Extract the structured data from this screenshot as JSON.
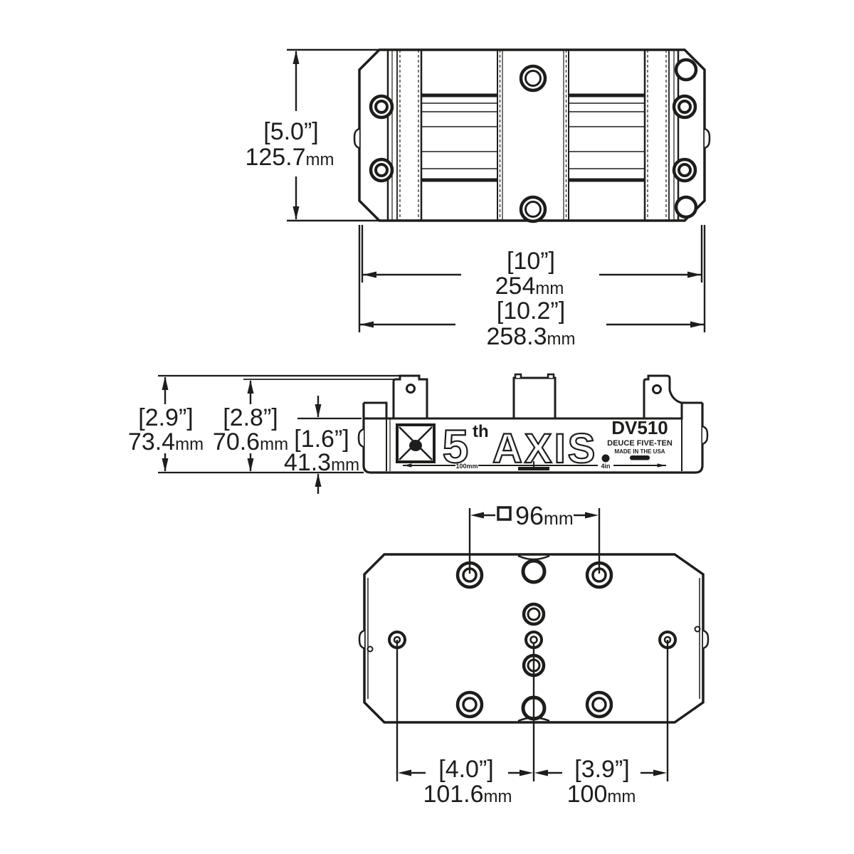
{
  "brand": {
    "five": "5",
    "th": "th",
    "axis": "AXIS",
    "model": "DV510",
    "model_name": "DEUCE FIVE-TEN",
    "made_in": "MADE IN THE USA"
  },
  "engraving": {
    "left": "100mm",
    "right": "4in"
  },
  "units": {
    "mm": "mm"
  },
  "dims": {
    "height_in": "[5.0”]",
    "height_mm": "125.7",
    "width_in": "[10”]",
    "width_mm": "254",
    "width_overall_in": "[10.2”]",
    "width_overall_mm": "258.3",
    "side_overall_in": "[2.9”]",
    "side_overall_mm": "73.4",
    "side_jaw_in": "[2.8”]",
    "side_jaw_mm": "70.6",
    "side_body_in": "[1.6”]",
    "side_body_mm": "41.3",
    "square_mm": "96",
    "bottom_left_in": "[4.0”]",
    "bottom_left_mm": "101.6",
    "bottom_right_in": "[3.9”]",
    "bottom_right_mm": "100"
  },
  "colors": {
    "ink": "#1d1d1b",
    "paper": "#ffffff"
  }
}
